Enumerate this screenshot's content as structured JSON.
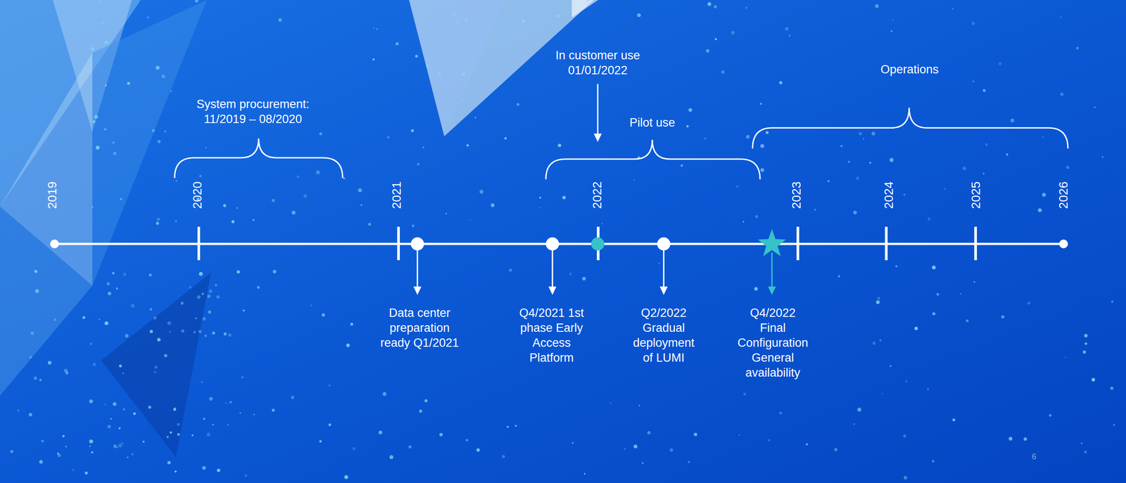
{
  "diagram": {
    "labels": [
      "System procurement: 11/2019 – 08/2020",
      "In customer use 01/01/2022",
      "Pilot use",
      "Operations",
      "2019",
      "2020",
      "2021",
      "2022",
      "2023",
      "2024",
      "2025",
      "2026",
      "Data center preparation ready Q1/2021",
      "Q4/2021 1st phase Early Access Platform",
      "Q2/2022 Gradual deployment of LUMI",
      "Q4/2022 Final Configuration General availability",
      "6"
    ]
  }
}
